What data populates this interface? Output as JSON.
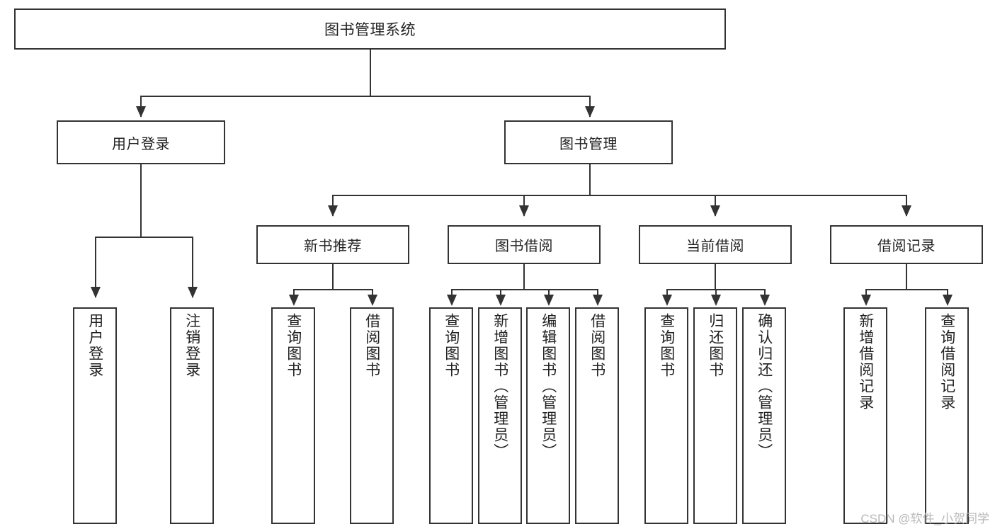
{
  "diagram": {
    "type": "tree",
    "title": "图书管理系统",
    "root": {
      "label": "图书管理系统"
    },
    "level2": [
      {
        "label": "用户登录"
      },
      {
        "label": "图书管理"
      }
    ],
    "level3": [
      {
        "label": "新书推荐"
      },
      {
        "label": "图书借阅"
      },
      {
        "label": "当前借阅"
      },
      {
        "label": "借阅记录"
      }
    ],
    "leaves": {
      "user_login": [
        {
          "label": "用户登录"
        },
        {
          "label": "注销登录"
        }
      ],
      "new_book_recommend": [
        {
          "label": "查询图书"
        },
        {
          "label": "借阅图书"
        }
      ],
      "book_borrow": [
        {
          "label": "查询图书"
        },
        {
          "label": "新增图书（管理员）"
        },
        {
          "label": "编辑图书（管理员）"
        },
        {
          "label": "借阅图书"
        }
      ],
      "current_borrow": [
        {
          "label": "查询图书"
        },
        {
          "label": "归还图书"
        },
        {
          "label": "确认归还（管理员）"
        }
      ],
      "borrow_record": [
        {
          "label": "新增借阅记录"
        },
        {
          "label": "查询借阅记录"
        }
      ]
    }
  },
  "watermark": {
    "text": "CSDN @软件_小贺同学"
  },
  "colors": {
    "border": "#333333",
    "text": "#222222",
    "background": "#ffffff",
    "watermark": "#b9b9b9"
  }
}
